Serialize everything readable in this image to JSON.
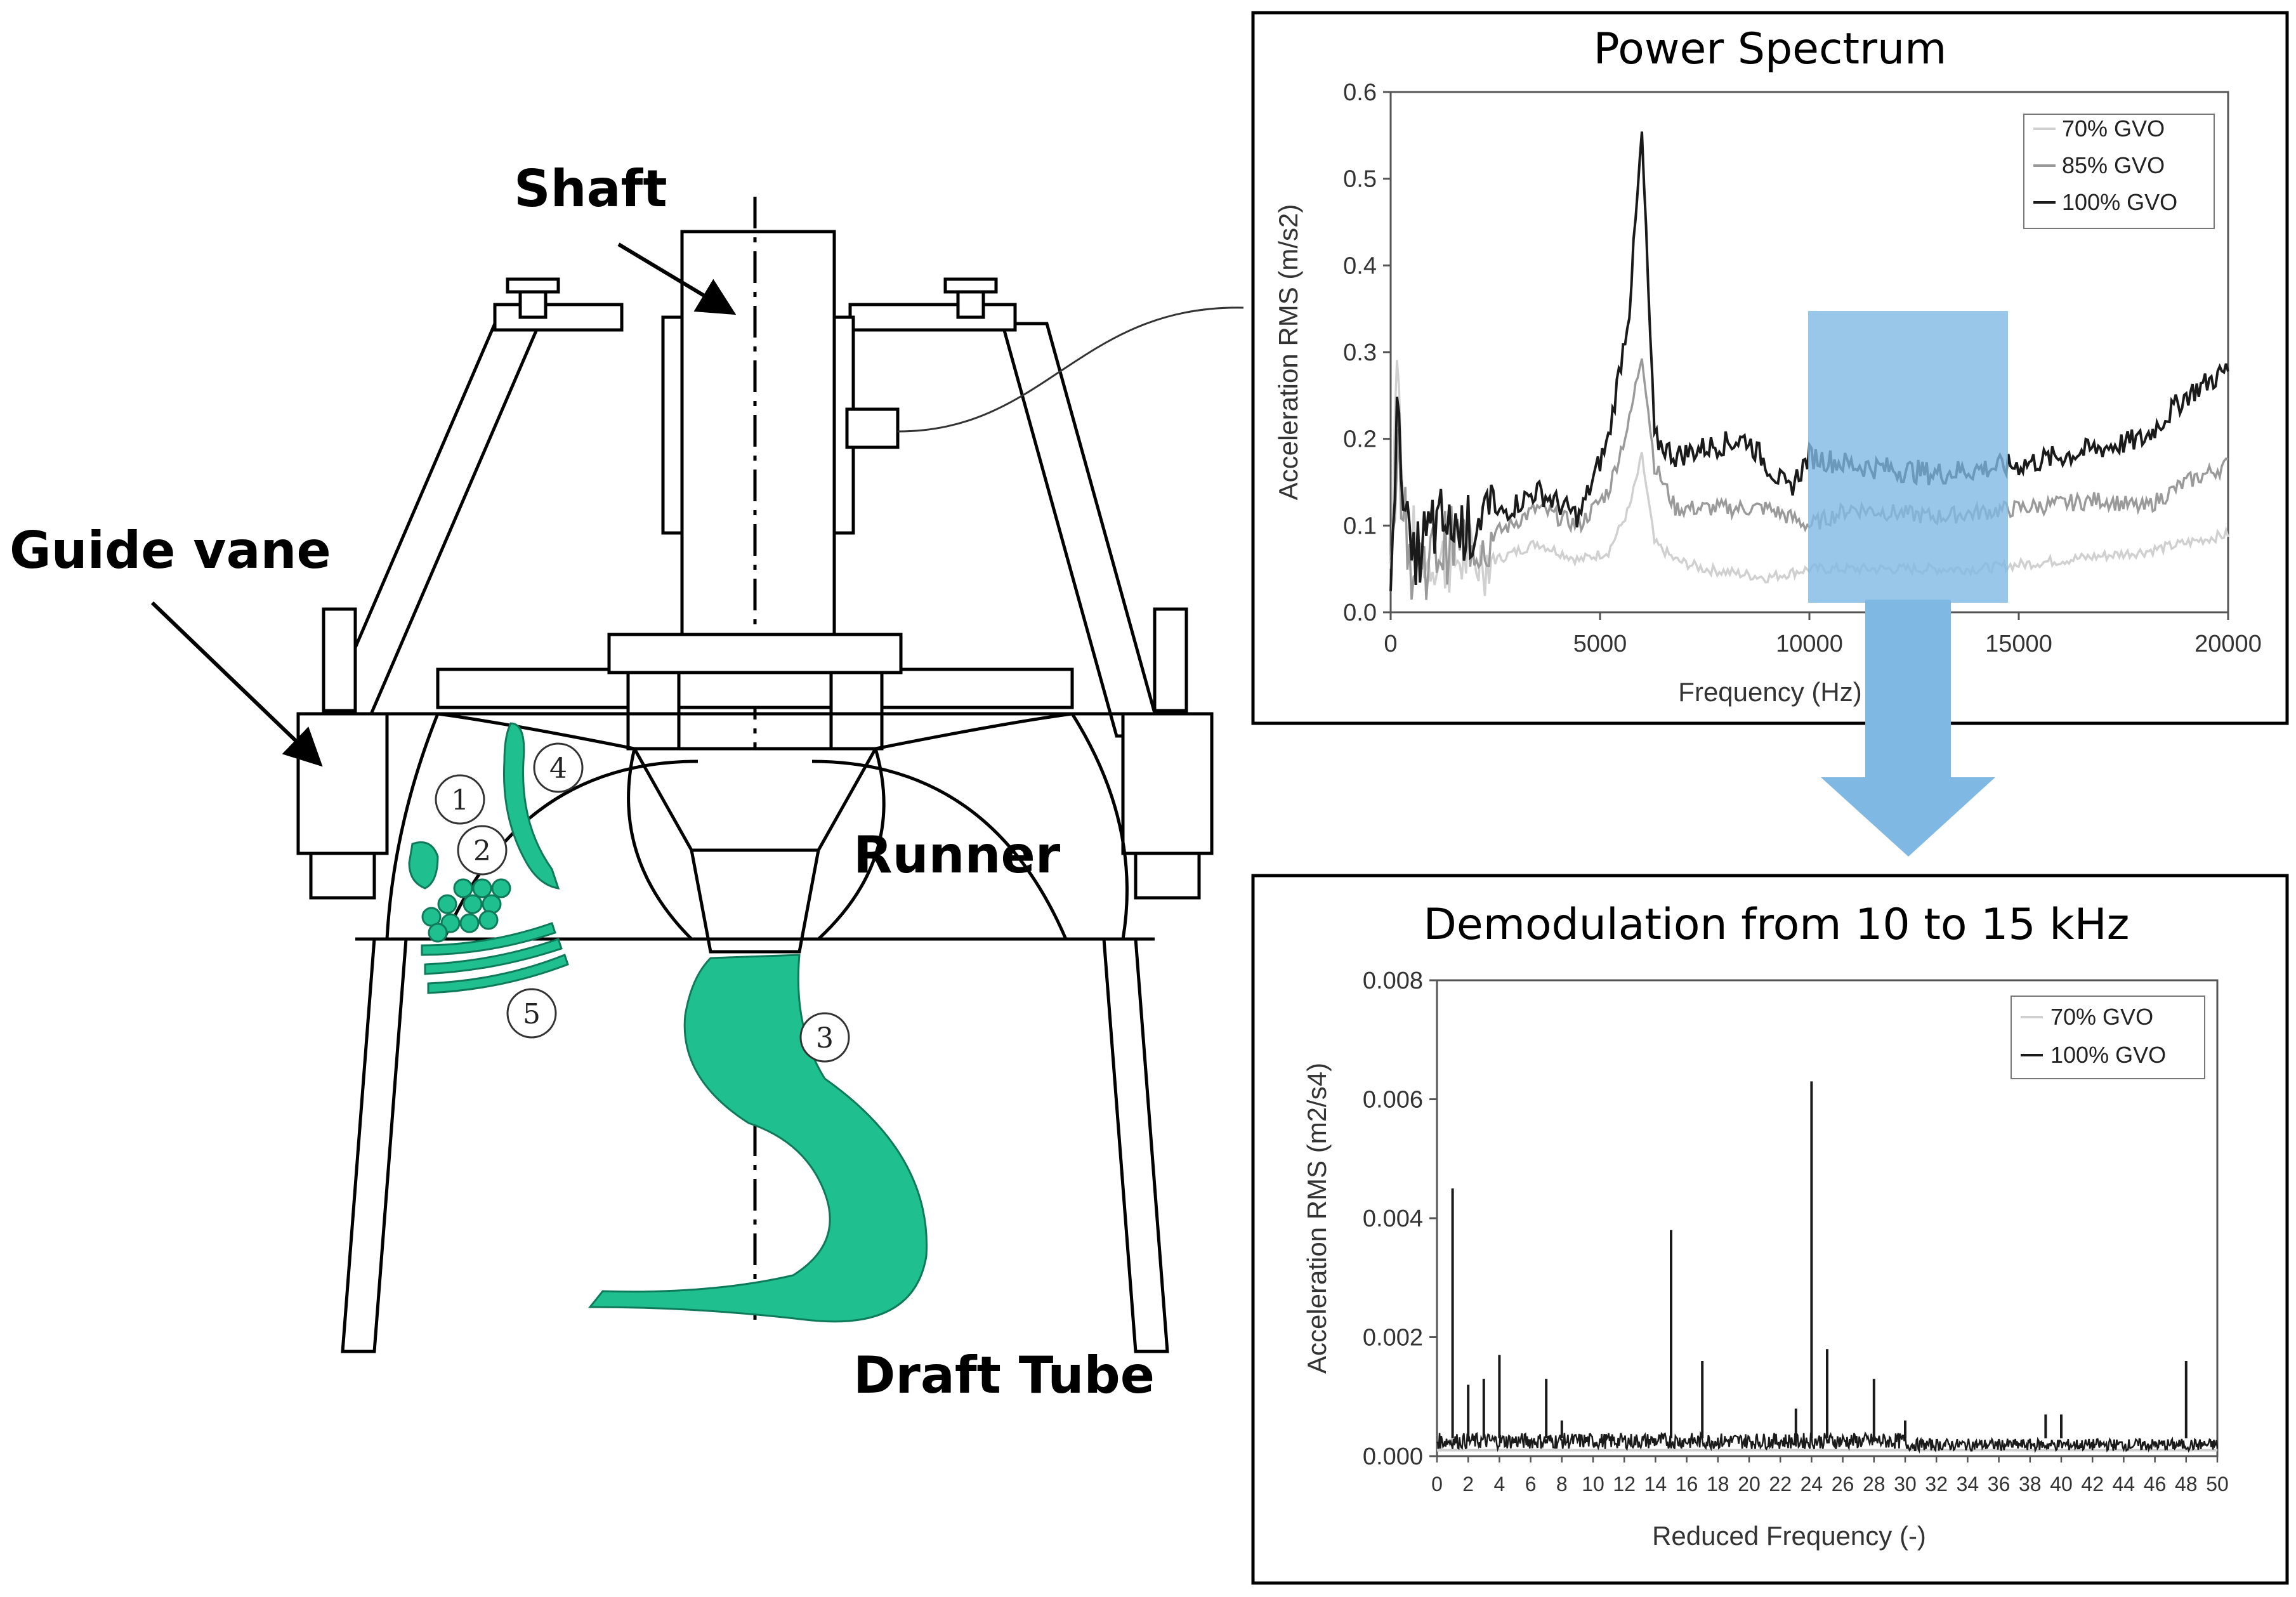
{
  "labels": {
    "shaft": "Shaft",
    "guide_vane": "Guide vane",
    "runner": "Runner",
    "draft_tube": "Draft Tube"
  },
  "regions": [
    "1",
    "2",
    "3",
    "4",
    "5"
  ],
  "colors": {
    "cavitation": "#1fbf8f",
    "band_highlight": "#7fb9e3",
    "series_70": "#d0d0d0",
    "series_85": "#9a9a9a",
    "series_100": "#1a1a1a"
  },
  "chart_data": [
    {
      "type": "line",
      "title": "Power Spectrum",
      "xlabel": "Frequency (Hz)",
      "ylabel": "Acceleration RMS (m/s2)",
      "xlim": [
        0,
        20000
      ],
      "ylim": [
        0,
        0.6
      ],
      "xticks": [
        "0",
        "5000",
        "10000",
        "15000",
        "20000"
      ],
      "yticks": [
        "0.0",
        "0.1",
        "0.2",
        "0.3",
        "0.4",
        "0.5",
        "0.6"
      ],
      "legend_position": "top-right",
      "series": [
        {
          "name": "70% GVO",
          "x": [
            0,
            150,
            300,
            700,
            1500,
            2500,
            3500,
            4500,
            5200,
            5700,
            6000,
            6300,
            6800,
            7500,
            9000,
            10000,
            12000,
            14000,
            16000,
            18000,
            19000,
            20000
          ],
          "y": [
            0.05,
            0.32,
            0.12,
            0.06,
            0.06,
            0.06,
            0.08,
            0.06,
            0.07,
            0.12,
            0.18,
            0.08,
            0.06,
            0.05,
            0.04,
            0.05,
            0.05,
            0.05,
            0.06,
            0.07,
            0.08,
            0.09
          ]
        },
        {
          "name": "85% GVO",
          "x": [
            0,
            150,
            500,
            1500,
            2500,
            3500,
            4500,
            5200,
            5700,
            6000,
            6300,
            6800,
            7500,
            9000,
            10000,
            11000,
            13000,
            15000,
            17000,
            18000,
            19000,
            20000
          ],
          "y": [
            0.04,
            0.2,
            0.05,
            0.08,
            0.09,
            0.12,
            0.1,
            0.14,
            0.22,
            0.3,
            0.17,
            0.12,
            0.12,
            0.12,
            0.1,
            0.12,
            0.11,
            0.12,
            0.13,
            0.12,
            0.15,
            0.17
          ]
        },
        {
          "name": "100% GVO",
          "x": [
            0,
            150,
            500,
            1000,
            1500,
            2500,
            3500,
            4500,
            5200,
            5700,
            6000,
            6300,
            6800,
            7500,
            8500,
            9500,
            10000,
            11000,
            13000,
            15000,
            17000,
            18000,
            19000,
            20000
          ],
          "y": [
            0.06,
            0.23,
            0.05,
            0.1,
            0.1,
            0.11,
            0.14,
            0.11,
            0.2,
            0.35,
            0.55,
            0.2,
            0.18,
            0.19,
            0.2,
            0.14,
            0.18,
            0.17,
            0.16,
            0.17,
            0.19,
            0.2,
            0.25,
            0.28
          ]
        }
      ]
    },
    {
      "type": "line",
      "title": "Demodulation from 10 to 15 kHz",
      "xlabel": "Reduced Frequency (-)",
      "ylabel": "Acceleration RMS (m2/s4)",
      "xlim": [
        0,
        50
      ],
      "ylim": [
        0,
        0.008
      ],
      "xticks": [
        "0",
        "2",
        "4",
        "6",
        "8",
        "10",
        "12",
        "14",
        "16",
        "18",
        "20",
        "22",
        "24",
        "26",
        "28",
        "30",
        "32",
        "34",
        "36",
        "38",
        "40",
        "42",
        "44",
        "46",
        "48",
        "50"
      ],
      "yticks": [
        "0.000",
        "0.002",
        "0.004",
        "0.006",
        "0.008"
      ],
      "legend_position": "top-right",
      "series": [
        {
          "name": "70% GVO",
          "x": [
            0,
            50
          ],
          "y": [
            0.0001,
            0.0001
          ]
        },
        {
          "name": "100% GVO",
          "peaks_x": [
            1,
            2,
            3,
            4,
            7,
            8,
            15,
            17,
            23,
            24,
            25,
            28,
            30,
            39,
            40,
            48
          ],
          "peaks_y": [
            0.0045,
            0.0012,
            0.0013,
            0.0017,
            0.0013,
            0.0006,
            0.0038,
            0.0016,
            0.0008,
            0.0063,
            0.0018,
            0.0013,
            0.0006,
            0.0007,
            0.0007,
            0.0016
          ],
          "baseline": 0.0003
        }
      ]
    }
  ]
}
